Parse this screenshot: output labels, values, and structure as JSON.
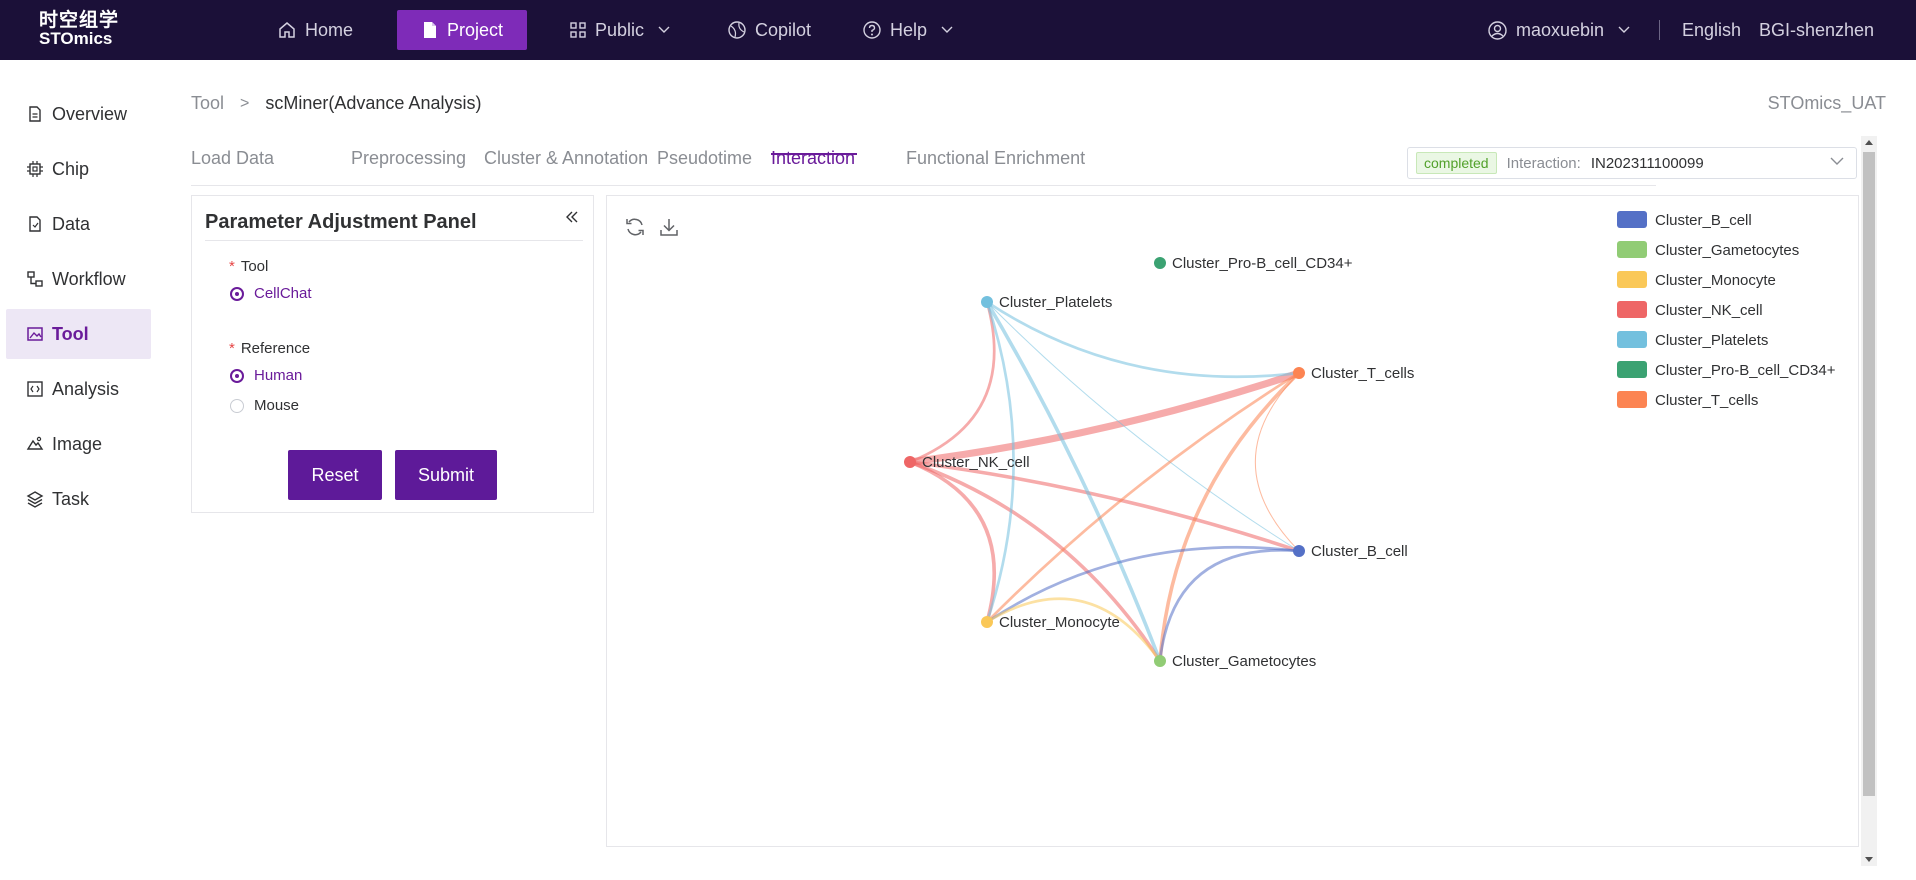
{
  "brand": {
    "cn": "时空组学",
    "en": "STOmics"
  },
  "topnav": {
    "items": [
      {
        "label": "Home",
        "icon": "home-icon"
      },
      {
        "label": "Project",
        "icon": "document-icon",
        "active": true
      },
      {
        "label": "Public",
        "icon": "grid-icon",
        "dropdown": true
      },
      {
        "label": "Copilot",
        "icon": "globe-icon"
      },
      {
        "label": "Help",
        "icon": "help-circle-icon",
        "dropdown": true
      }
    ],
    "user": "maoxuebin",
    "language": "English",
    "org": "BGI-shenzhen"
  },
  "sidebar": {
    "items": [
      {
        "label": "Overview",
        "icon": "file-icon"
      },
      {
        "label": "Chip",
        "icon": "chip-icon"
      },
      {
        "label": "Data",
        "icon": "data-file-icon"
      },
      {
        "label": "Workflow",
        "icon": "workflow-icon"
      },
      {
        "label": "Tool",
        "icon": "image-tool-icon",
        "active": true
      },
      {
        "label": "Analysis",
        "icon": "code-icon"
      },
      {
        "label": "Image",
        "icon": "image-icon"
      },
      {
        "label": "Task",
        "icon": "layers-icon"
      }
    ]
  },
  "breadcrumb": {
    "root": "Tool",
    "sep": ">",
    "current": "scMiner(Advance Analysis)"
  },
  "environment": "STOmics_UAT",
  "tabs": [
    {
      "label": "Load Data"
    },
    {
      "label": "Preprocessing"
    },
    {
      "label": "Cluster & Annotation"
    },
    {
      "label": "Pseudotime"
    },
    {
      "label": "Interaction",
      "active": true
    },
    {
      "label": "Functional Enrichment"
    }
  ],
  "interaction_select": {
    "status": "completed",
    "label": "Interaction:",
    "value": "IN202311100099",
    "status_color": "#52a12b"
  },
  "param_panel": {
    "title": "Parameter Adjustment Panel",
    "tool_label": "Tool",
    "tool_options": [
      {
        "label": "CellChat",
        "selected": true
      }
    ],
    "reference_label": "Reference",
    "reference_options": [
      {
        "label": "Human",
        "selected": true
      },
      {
        "label": "Mouse",
        "selected": false
      }
    ],
    "reset_label": "Reset",
    "submit_label": "Submit"
  },
  "colors": {
    "accent": "#6a1b9a",
    "topbar": "#1b1038",
    "button": "#5e1a99"
  },
  "chart_data": {
    "type": "network",
    "title": "",
    "legend_position": "top-right",
    "nodes": [
      {
        "name": "Cluster_B_cell",
        "color": "#5470c6"
      },
      {
        "name": "Cluster_Gametocytes",
        "color": "#91cc75"
      },
      {
        "name": "Cluster_Monocyte",
        "color": "#fac858"
      },
      {
        "name": "Cluster_NK_cell",
        "color": "#ee6666"
      },
      {
        "name": "Cluster_Platelets",
        "color": "#73c0de"
      },
      {
        "name": "Cluster_Pro-B_cell_CD34+",
        "color": "#3ba272"
      },
      {
        "name": "Cluster_T_cells",
        "color": "#fc8452"
      }
    ],
    "links": [
      {
        "source": "Cluster_NK_cell",
        "target": "Cluster_T_cells",
        "weight": 8
      },
      {
        "source": "Cluster_NK_cell",
        "target": "Cluster_Platelets",
        "weight": 3
      },
      {
        "source": "Cluster_NK_cell",
        "target": "Cluster_B_cell",
        "weight": 4
      },
      {
        "source": "Cluster_NK_cell",
        "target": "Cluster_Monocyte",
        "weight": 4
      },
      {
        "source": "Cluster_NK_cell",
        "target": "Cluster_Gametocytes",
        "weight": 4
      },
      {
        "source": "Cluster_Platelets",
        "target": "Cluster_T_cells",
        "weight": 3
      },
      {
        "source": "Cluster_Platelets",
        "target": "Cluster_B_cell",
        "weight": 1
      },
      {
        "source": "Cluster_Platelets",
        "target": "Cluster_Gametocytes",
        "weight": 4
      },
      {
        "source": "Cluster_Platelets",
        "target": "Cluster_Monocyte",
        "weight": 3
      },
      {
        "source": "Cluster_T_cells",
        "target": "Cluster_Monocyte",
        "weight": 3
      },
      {
        "source": "Cluster_T_cells",
        "target": "Cluster_Gametocytes",
        "weight": 4
      },
      {
        "source": "Cluster_T_cells",
        "target": "Cluster_B_cell",
        "weight": 1
      },
      {
        "source": "Cluster_B_cell",
        "target": "Cluster_Gametocytes",
        "weight": 3
      },
      {
        "source": "Cluster_B_cell",
        "target": "Cluster_Monocyte",
        "weight": 3
      },
      {
        "source": "Cluster_Monocyte",
        "target": "Cluster_Gametocytes",
        "weight": 3
      }
    ]
  }
}
